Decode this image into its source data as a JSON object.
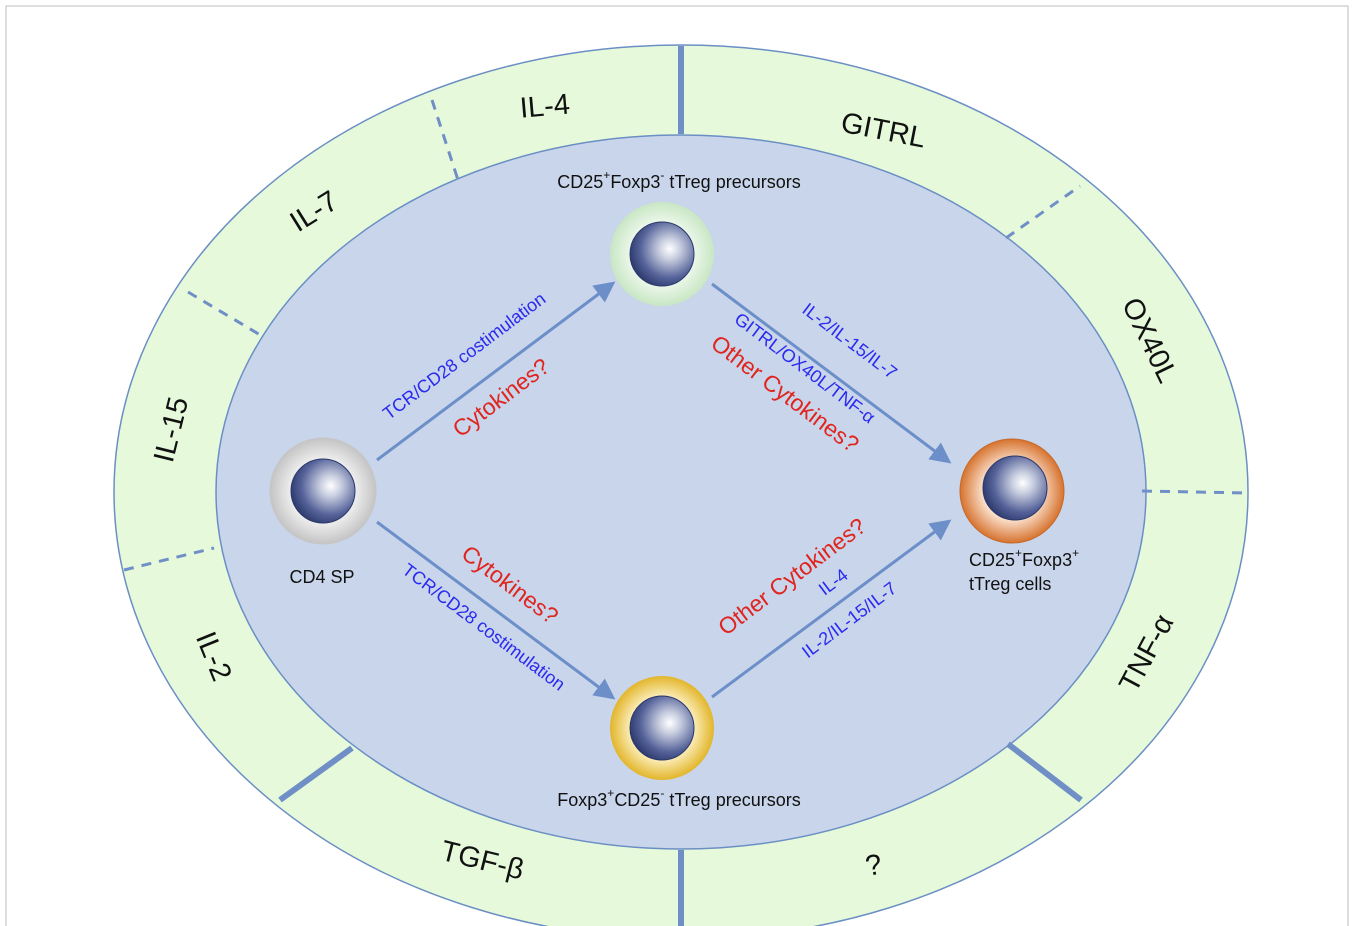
{
  "colors": {
    "outer_ring": "#e6fadb",
    "inner_ellipse": "#c8d5ea",
    "outline": "#6b8fc4",
    "divider": "#6f8fc6",
    "arrow": "#6d8fc9",
    "blue_text": "#2a2af0",
    "red_text": "#e0251f",
    "nucleus": "#34427a",
    "cd4_halo": "#cfcfcf",
    "precursor_top_halo": "#d2ecd0",
    "precursor_bottom_halo": "#e9c23a",
    "treg_halo": "#db7d3d"
  },
  "ring_labels": {
    "il4": "IL-4",
    "gitrl": "GITRL",
    "il7": "IL-7",
    "ox40l": "OX40L",
    "il15": "IL-15",
    "tnfa": "TNF-α",
    "il2": "IL-2",
    "tgfb": "TGF-β",
    "unknown": "?"
  },
  "cells": {
    "cd4": {
      "label": "CD4 SP"
    },
    "precursor_top": {
      "label_main": "CD25",
      "sup1": "+",
      "label_mid": "Foxp3",
      "sup2": "-",
      "label_end": " tTreg precursors"
    },
    "precursor_bottom": {
      "label_main": "Foxp3",
      "sup1": "+",
      "label_mid": "CD25",
      "sup2": "-",
      "label_end": " tTreg precursors"
    },
    "treg": {
      "line1_main": "CD25",
      "line1_sup1": "+",
      "line1_mid": "Foxp3",
      "line1_sup2": "+",
      "line2": "tTreg cells"
    }
  },
  "arrow_labels": {
    "top_left_blue": "TCR/CD28 costimulation",
    "top_left_red": "Cytokines?",
    "top_right_blue1": "IL-2/IL-15/IL-7",
    "top_right_blue2": "GITRL/OX40L/TNF-α",
    "top_right_red": "Other Cytokines?",
    "bottom_left_red": "Cytokines?",
    "bottom_left_blue": "TCR/CD28 costimulation",
    "bottom_right_red": "Other Cytokines?",
    "bottom_right_blue1": "IL-4",
    "bottom_right_blue2": "IL-2/IL-15/IL-7"
  }
}
